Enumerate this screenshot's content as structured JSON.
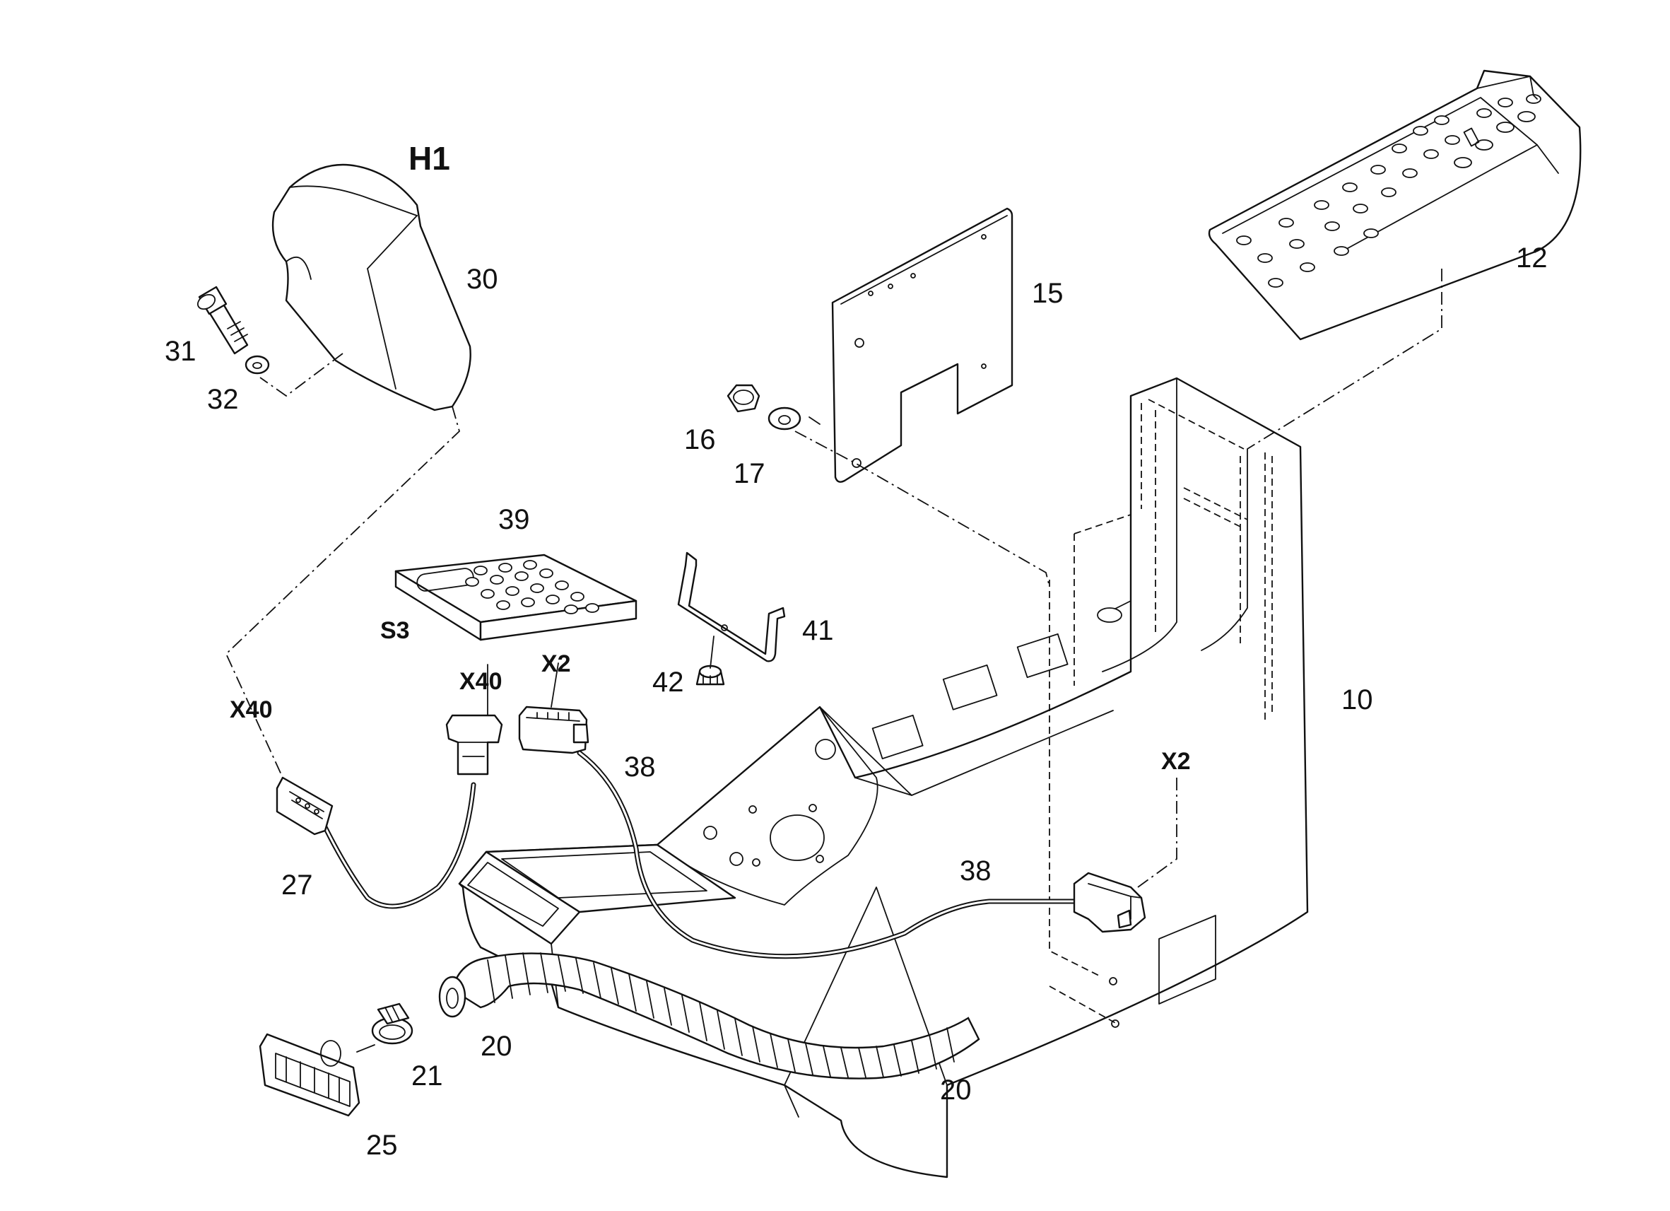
{
  "callouts": {
    "c10": "10",
    "c12": "12",
    "c15": "15",
    "c16": "16",
    "c17": "17",
    "c20a": "20",
    "c20b": "20",
    "c21": "21",
    "c25": "25",
    "c27": "27",
    "c30": "30",
    "c31": "31",
    "c32": "32",
    "c38a": "38",
    "c38b": "38",
    "c39": "39",
    "c41": "41",
    "c42": "42"
  },
  "tags": {
    "h1": "H1",
    "s3": "S3",
    "x40_left": "X40",
    "x40_center": "X40",
    "x2_center": "X2",
    "x2_right": "X2"
  }
}
